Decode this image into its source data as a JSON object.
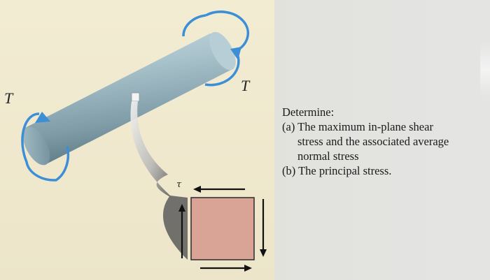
{
  "figure": {
    "torque_label_right": "T",
    "torque_label_left": "T",
    "shear_stress_label": "τ",
    "colors": {
      "shaft": "#9fbcc6",
      "torque_arrow": "#3c8fd6",
      "stress_element": "#d9a395"
    }
  },
  "problem": {
    "heading": "Determine:",
    "part_a_line1": "(a) The maximum in-plane shear",
    "part_a_line2": "stress and the associated average",
    "part_a_line3": "normal stress",
    "part_b": "(b) The principal stress."
  }
}
